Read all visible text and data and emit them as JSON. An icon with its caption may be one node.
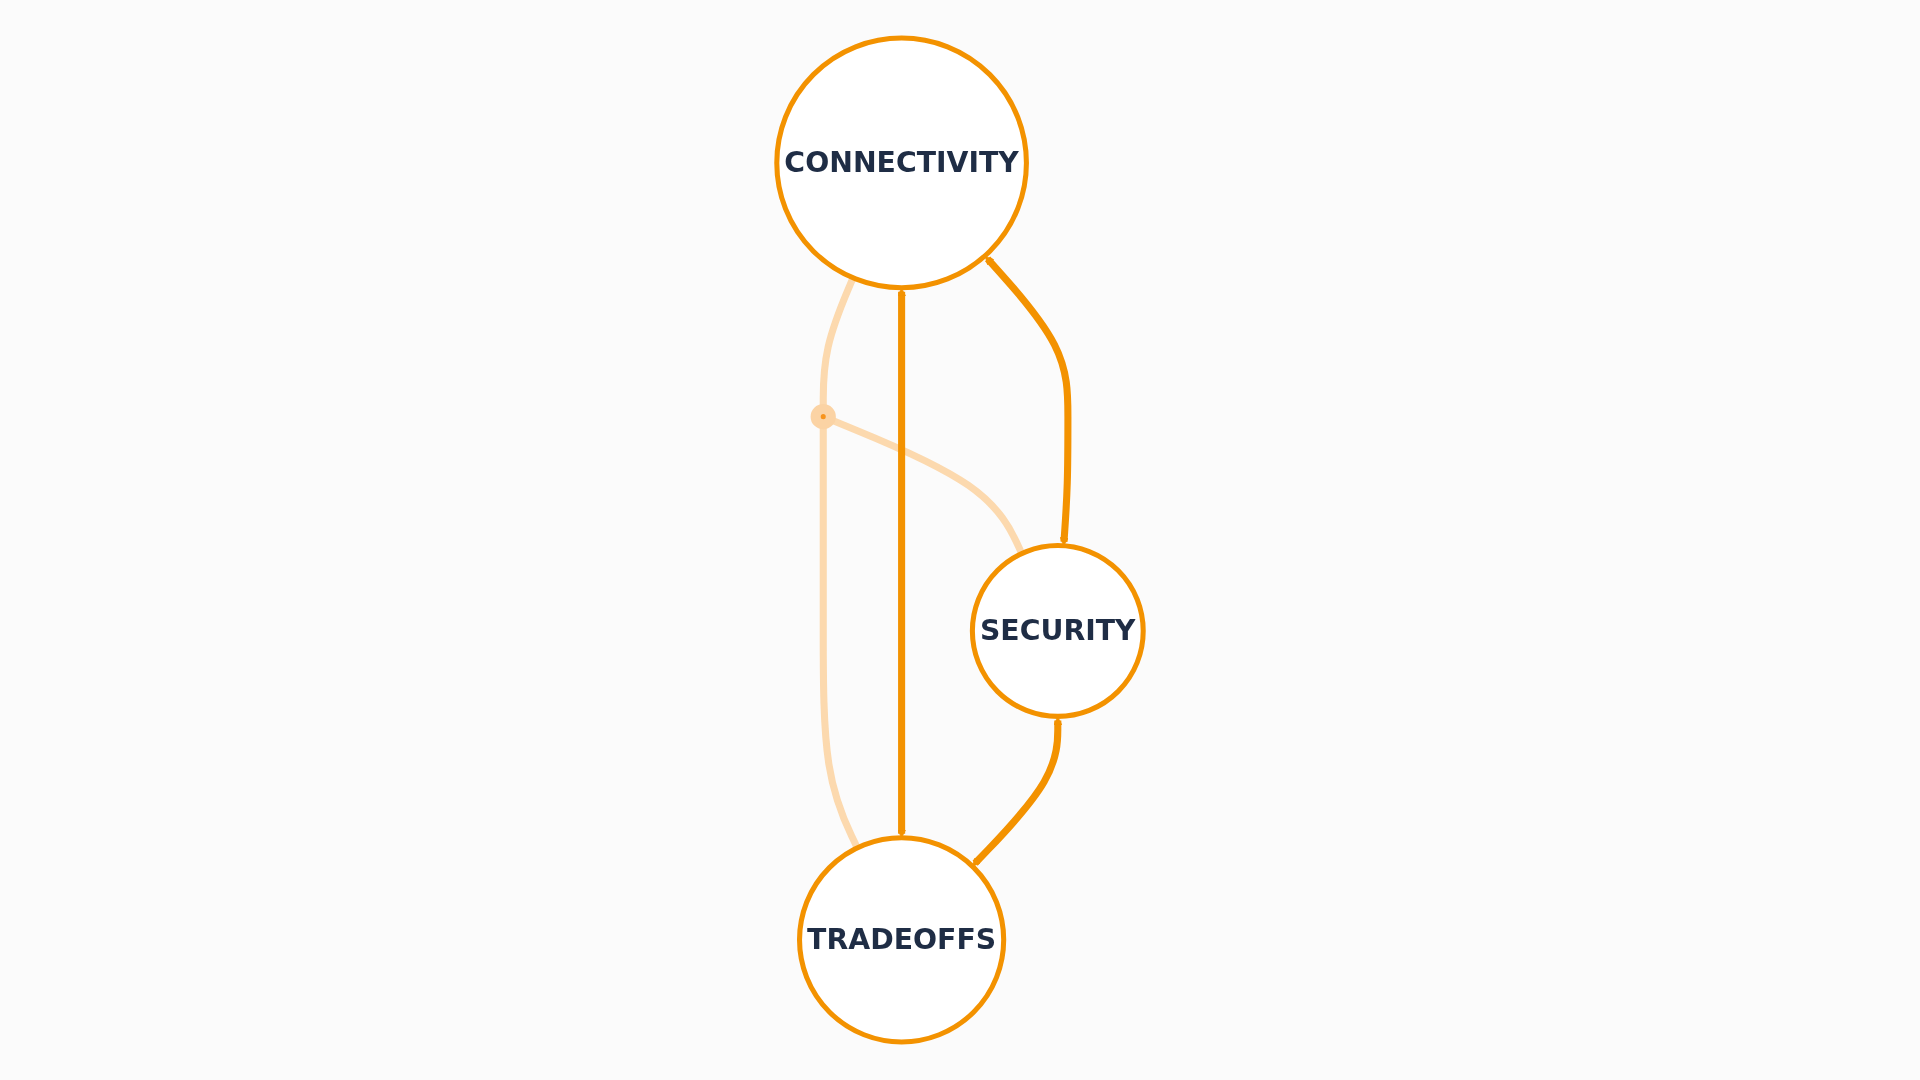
{
  "diagram": {
    "nodes": [
      {
        "text": [
          "CONNECTIVITY"
        ]
      },
      {
        "text": [],
        "shape": "circle"
      },
      {
        "text": [
          "SECURITY"
        ]
      },
      {
        "text": [
          "TRADEOFFS"
        ]
      }
    ],
    "edges": [
      {
        "from": 0,
        "to": 1,
        "arrow": "none",
        "color": "#fcd9ae"
      },
      {
        "from": 1,
        "to": 2,
        "arrow": "none",
        "color": "#fcd9ae"
      },
      {
        "from": 1,
        "to": 3,
        "arrow": "none",
        "color": "#fcd9ae"
      },
      {
        "from": 0,
        "to": 2,
        "arrow": "both",
        "color": "#f39200"
      },
      {
        "from": 0,
        "to": 3,
        "arrow": "both",
        "color": "#f39200"
      },
      {
        "from": 2,
        "to": 3,
        "arrow": "both",
        "color": "#f39200"
      }
    ]
  }
}
